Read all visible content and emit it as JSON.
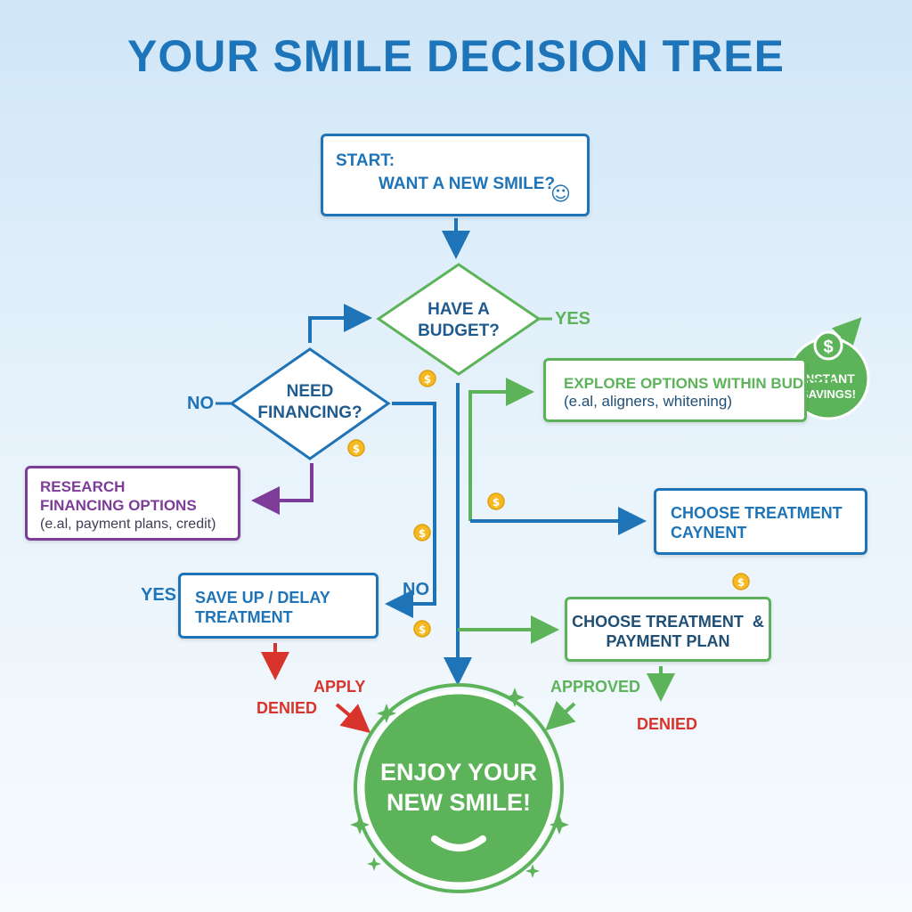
{
  "title": "YOUR SMILE DECISION TREE",
  "nodes": {
    "start": {
      "line1": "START:",
      "line2": "WANT A NEW SMILE?"
    },
    "have_budget": {
      "line1": "HAVE A",
      "line2": "BUDGET?"
    },
    "need_financing": {
      "line1": "NEED",
      "line2": "FINANCING?"
    },
    "explore": {
      "line1": "EXPLORE OPTIONS WITHIN BUDGET",
      "line2": "(e.al, aligners, whitening)"
    },
    "research": {
      "line1": "RESEARCH",
      "line2": "FINANCING OPTIONS",
      "line3": "(e.al, payment plans, credit)"
    },
    "choose_caynent": {
      "line1": "CHOOSE TREATMENT",
      "line2": "CAYNENT"
    },
    "save_up": {
      "line1": "SAVE UP / DELAY",
      "line2": "TREATMENT"
    },
    "choose_payment": {
      "line1": "CHOOSE TREATMENT  &",
      "line2": "PAYMENT PLAN"
    },
    "enjoy": {
      "line1": "ENJOY YOUR",
      "line2": "NEW SMILE!"
    }
  },
  "badge": {
    "line1": "INSTANT",
    "line2": "SAVINGS!",
    "symbol": "$"
  },
  "labels": {
    "yes_right": "YES",
    "no_left": "NO",
    "yes_left": "YES",
    "no_mid": "NO",
    "apply": "APPLY",
    "denied_left": "DENIED",
    "approved": "APPROVED",
    "denied_right": "DENIED"
  },
  "colors": {
    "blue": "#1f74b8",
    "green": "#5db35a",
    "purple": "#7d3c98",
    "red": "#d9342b",
    "coin": "#f5b921"
  }
}
